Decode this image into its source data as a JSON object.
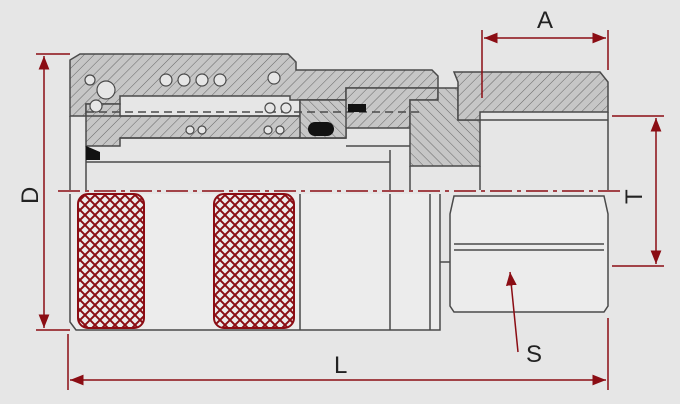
{
  "colors": {
    "background": "#e6e6e6",
    "outline": "#4a4a4a",
    "section_fill": "#c6c6c6",
    "dimension": "#8b0d14",
    "knurl": "#8b0d14",
    "seal": "#111111"
  },
  "dimensions": {
    "A": "A",
    "D": "D",
    "T": "T",
    "L": "L",
    "S": "S"
  }
}
